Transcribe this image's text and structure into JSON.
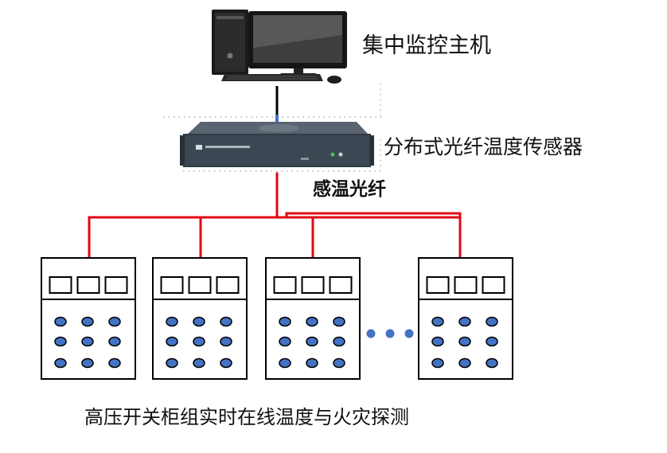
{
  "labels": {
    "host": "集中监控主机",
    "sensor": "分布式光纤温度传感器",
    "fiber": "感温光纤",
    "caption": "高压开关柜组实时在线温度与火灾探测"
  },
  "colors": {
    "fiber_line": "#e30613",
    "cable": "#000000",
    "cable_link": "#4472c4",
    "cabinet_stroke": "#000000",
    "indicator_fill": "#4472c4",
    "ellipsis_fill": "#4472c4"
  },
  "cabinets": {
    "count": 4,
    "windows_per_cabinet": 3,
    "indicator_rows": 3,
    "indicator_cols": 3,
    "ellipsis_dots": 3
  },
  "icons": [
    "desktop-computer-icon",
    "rack-sensor-unit-icon"
  ]
}
